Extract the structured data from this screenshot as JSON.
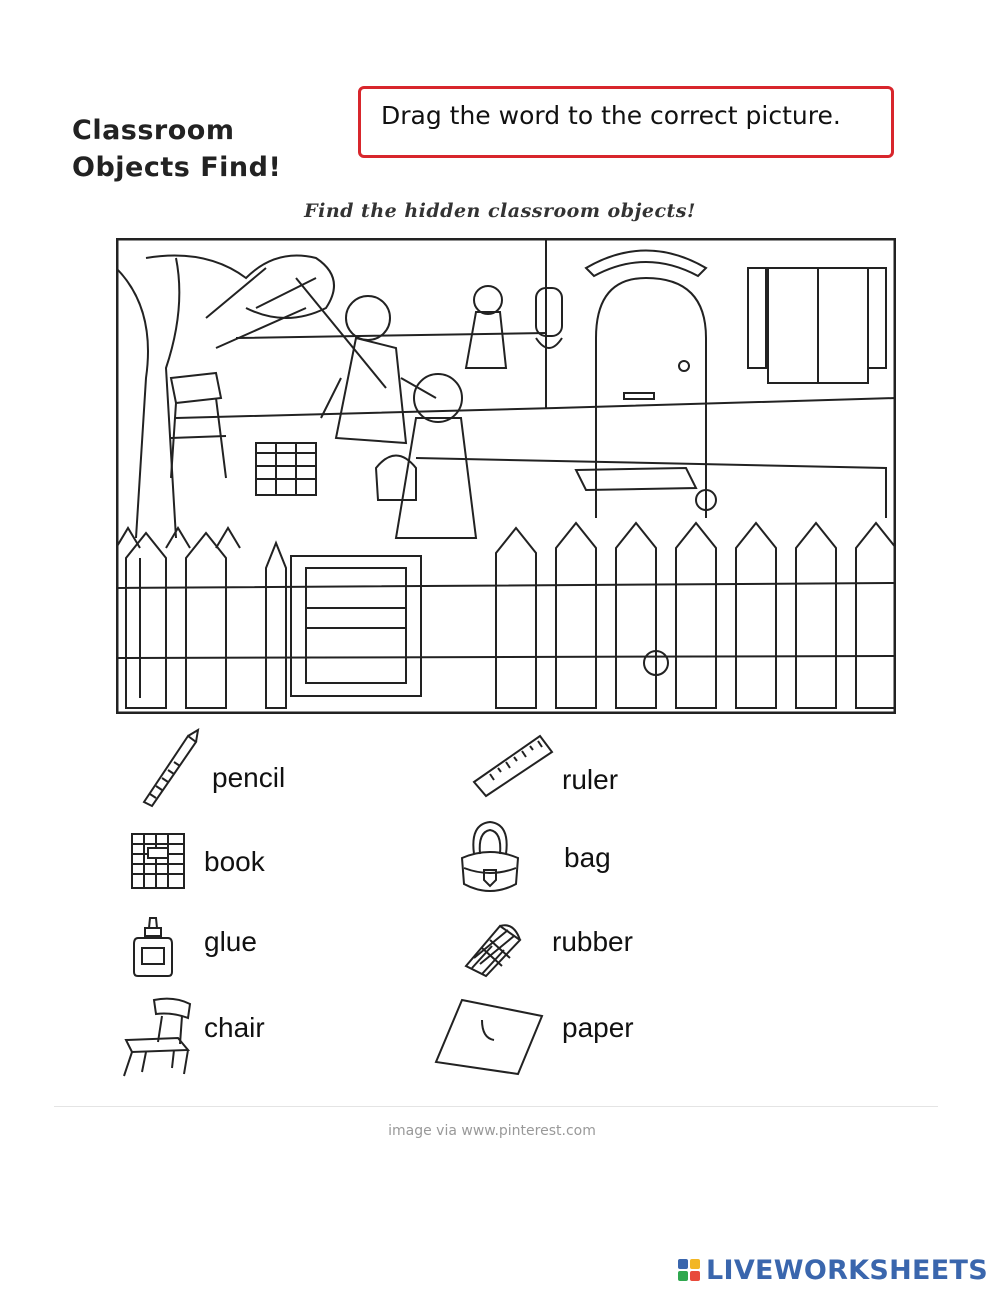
{
  "worksheet": {
    "title_line1": "Classroom",
    "title_line2": "Objects Find!",
    "instruction": "Drag the word to the correct picture.",
    "subtitle": "Find the hidden classroom objects!"
  },
  "items": [
    {
      "word": "pencil",
      "icon": "pencil-icon"
    },
    {
      "word": "ruler",
      "icon": "ruler-icon"
    },
    {
      "word": "book",
      "icon": "book-icon"
    },
    {
      "word": "bag",
      "icon": "bag-icon"
    },
    {
      "word": "glue",
      "icon": "glue-icon"
    },
    {
      "word": "rubber",
      "icon": "rubber-icon"
    },
    {
      "word": "chair",
      "icon": "chair-icon"
    },
    {
      "word": "paper",
      "icon": "paper-icon"
    }
  ],
  "footer": {
    "credit": "image via www.pinterest.com",
    "brand": "LIVEWORKSHEETS"
  },
  "colors": {
    "instruction_border": "#d8262c",
    "brand": "#3a66ad"
  }
}
